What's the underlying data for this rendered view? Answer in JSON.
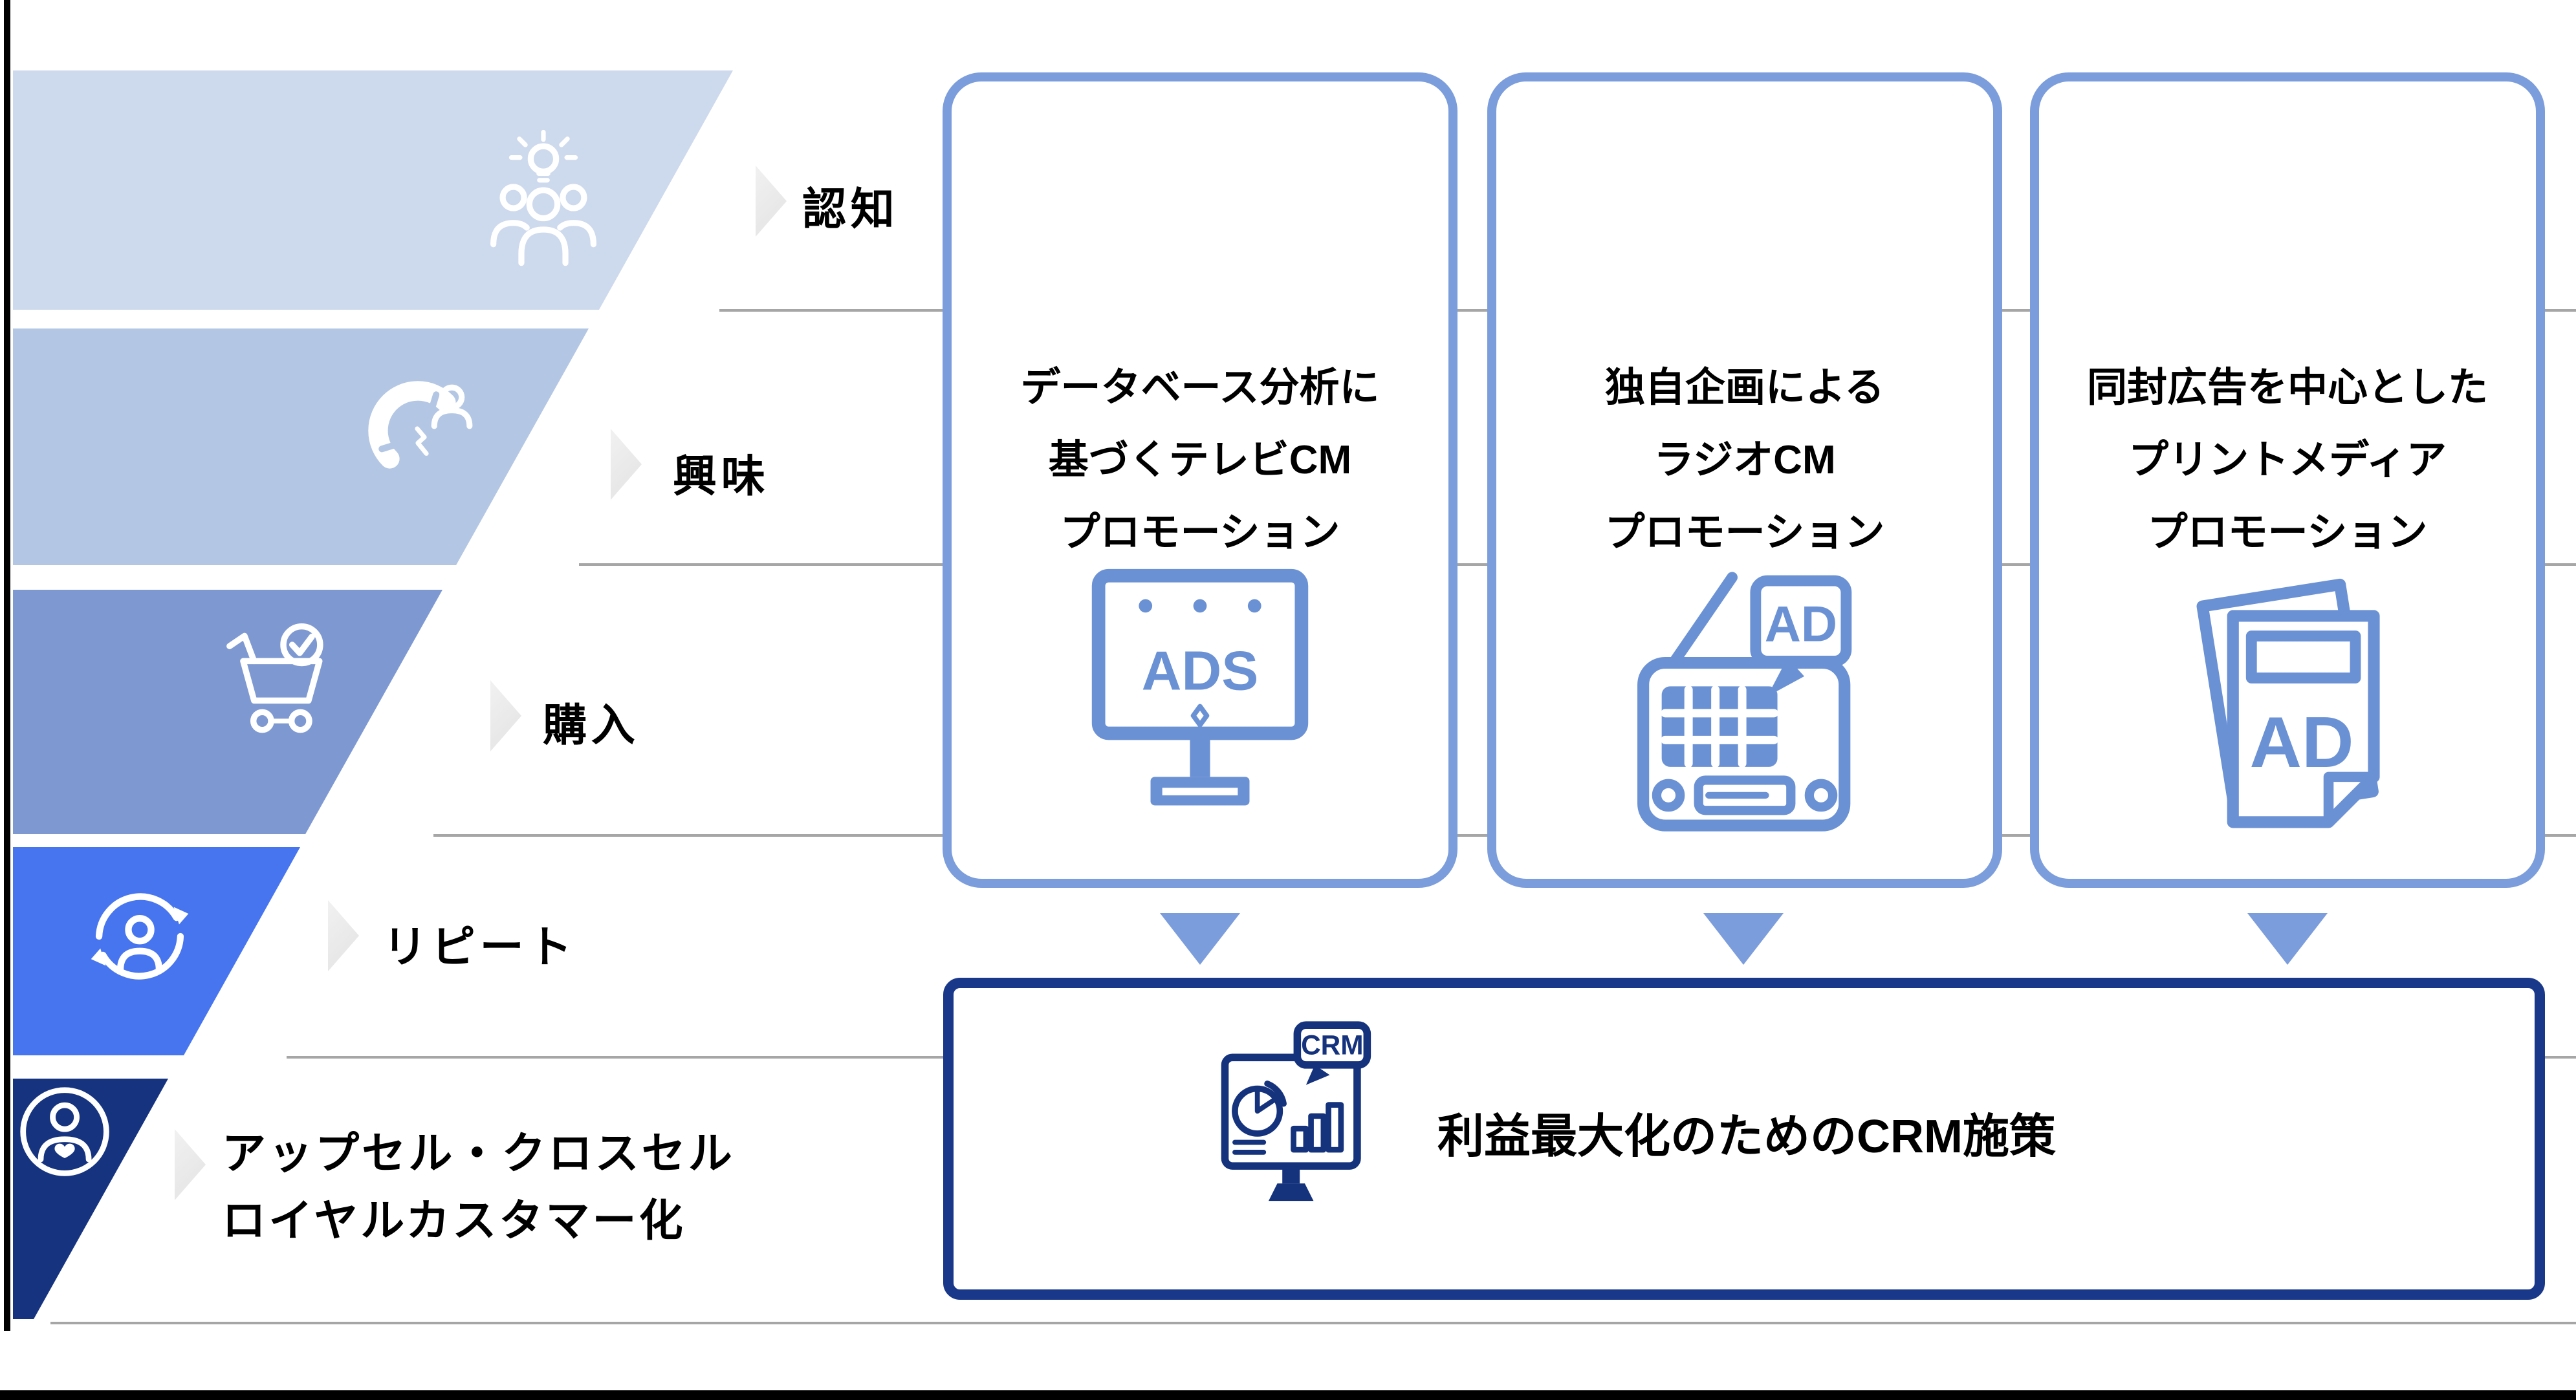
{
  "funnel": {
    "stages": [
      {
        "label": "認知",
        "color": "#cdd9ec",
        "icon": "awareness-group-idea-icon"
      },
      {
        "label": "興味",
        "color": "#b3c6e3",
        "icon": "magnet-attract-icon"
      },
      {
        "label": "購入",
        "color": "#7e99d1",
        "icon": "cart-check-icon"
      },
      {
        "label": "リピート",
        "color": "#4675ef",
        "icon": "repeat-customer-icon"
      },
      {
        "label": "アップセル・クロスセル",
        "label_line2": "ロイヤルカスタマー化",
        "color": "#16337f",
        "icon": "loyal-customer-icon"
      }
    ]
  },
  "promo_cards": [
    {
      "title_lines": [
        "データベース分析に",
        "基づくテレビCM",
        "プロモーション"
      ],
      "icon": "tv-ads-icon",
      "icon_text": "ADS"
    },
    {
      "title_lines": [
        "独自企画による",
        "ラジオCM",
        "プロモーション"
      ],
      "icon": "radio-ad-icon",
      "icon_text": "AD"
    },
    {
      "title_lines": [
        "同封広告を中心とした",
        "プリントメディア",
        "プロモーション"
      ],
      "icon": "print-ad-icon",
      "icon_text": "AD"
    }
  ],
  "crm_box": {
    "label": "利益最大化のためのCRM施策",
    "icon": "crm-dashboard-icon",
    "icon_text": "CRM"
  },
  "palette": {
    "stage_colors": [
      "#cdd9ec",
      "#b3c6e3",
      "#7e99d1",
      "#4675ef",
      "#16337f"
    ],
    "card_border_blue": "#7c9ddb",
    "card_icon_blue": "#6b91d5",
    "crm_navy": "#1a388a",
    "guide_line_gray": "#a6a6a6",
    "stage_arrow_gray": "#ebebeb",
    "frame_black": "#000000"
  }
}
